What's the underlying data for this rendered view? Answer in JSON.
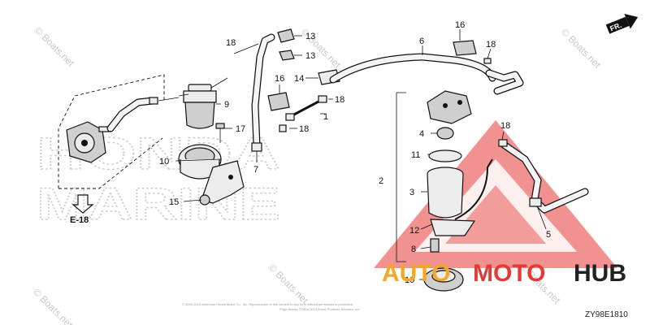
{
  "watermark": {
    "text": "© Boats.net"
  },
  "ghost_brand": {
    "line1": "HONDA",
    "line2": "MARINE"
  },
  "direction": {
    "label": "FR."
  },
  "reference": {
    "label": "E-18"
  },
  "diagram_code": "ZY98E1810",
  "copyright_line1": "© 2004-2013 American Honda Motor Co., Inc. Reproduction of this content in any form without permission is prohibited.",
  "copyright_line2": "Page display ©2004-2013 Arinet Products Services, Inc.",
  "logo": {
    "text_a": "AUTO",
    "text_b": "MOTO",
    "text_c": "HUB",
    "color_a": "#f5a623",
    "color_b": "#e53935",
    "color_c": "#222222"
  },
  "callouts": [
    {
      "id": "c1",
      "label": "1"
    },
    {
      "id": "c2",
      "label": "2"
    },
    {
      "id": "c3",
      "label": "3"
    },
    {
      "id": "c4",
      "label": "4"
    },
    {
      "id": "c5",
      "label": "5"
    },
    {
      "id": "c6",
      "label": "6"
    },
    {
      "id": "c7",
      "label": "7"
    },
    {
      "id": "c8",
      "label": "8"
    },
    {
      "id": "c9",
      "label": "9"
    },
    {
      "id": "c10a",
      "label": "10"
    },
    {
      "id": "c10b",
      "label": "10"
    },
    {
      "id": "c11",
      "label": "11"
    },
    {
      "id": "c12",
      "label": "12"
    },
    {
      "id": "c13a",
      "label": "13"
    },
    {
      "id": "c13b",
      "label": "13"
    },
    {
      "id": "c14",
      "label": "14"
    },
    {
      "id": "c15",
      "label": "15"
    },
    {
      "id": "c16a",
      "label": "16"
    },
    {
      "id": "c16b",
      "label": "16"
    },
    {
      "id": "c17",
      "label": "17"
    },
    {
      "id": "c18a",
      "label": "18"
    },
    {
      "id": "c18b",
      "label": "18"
    },
    {
      "id": "c18c",
      "label": "18"
    },
    {
      "id": "c18d",
      "label": "18"
    },
    {
      "id": "c18e",
      "label": "18"
    }
  ]
}
